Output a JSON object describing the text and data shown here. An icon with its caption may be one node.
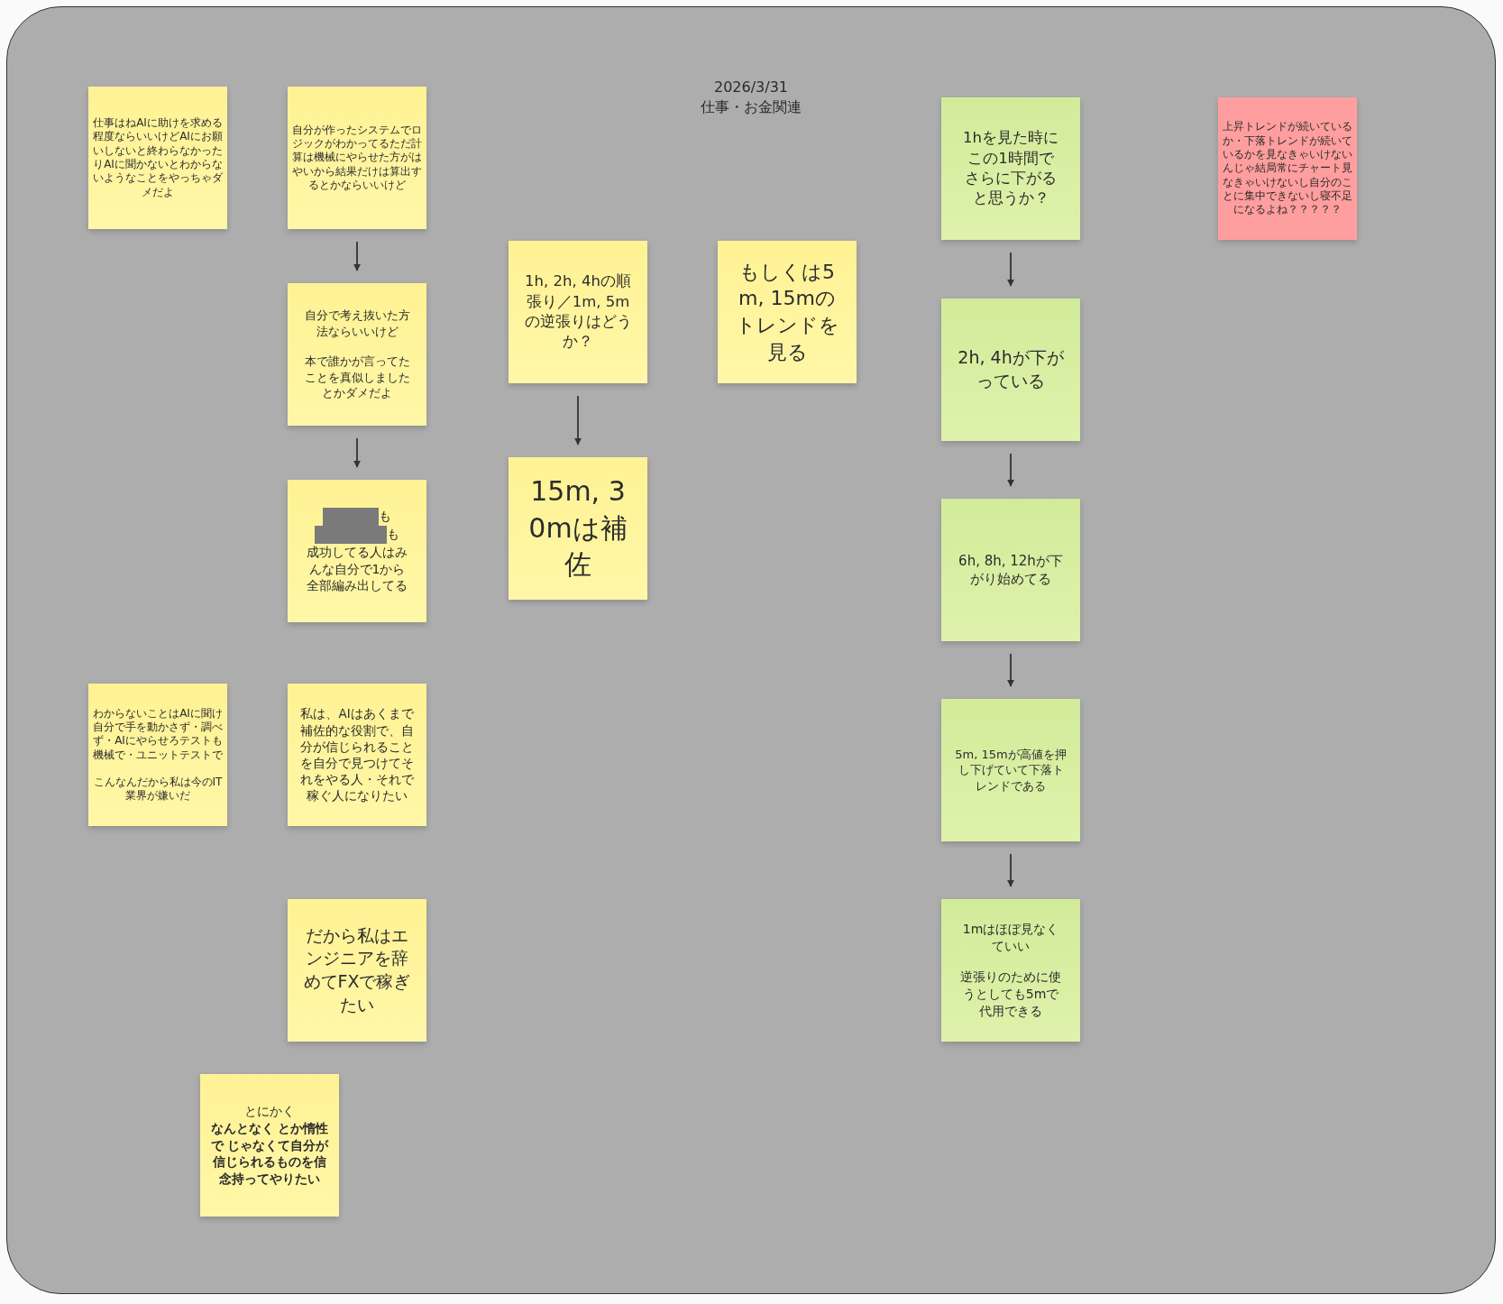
{
  "diagram": {
    "title": "仕事・お金関連",
    "nodes": [
      {
        "text": [
          "仕事はねAIに助けを求める程度ならいいけどAIにお願いしないと終わらなかったりAIに聞かないとわからないようなことをやっちゃダメだよ"
        ]
      },
      {
        "text": [
          "自分が作ったシステムでロジックがわかってるただ計算は機械にやらせた方がはやいから結果だけは算出するとかならいいけど"
        ]
      },
      {
        "text": [
          "自分で考え抜いた方法ならいいけど",
          "本で誰かが言ってたことを真似しましたとかダメだよ"
        ]
      },
      {
        "text": [
          "も",
          "も",
          "成功してる人はみんな自分で1から全部編み出してる"
        ]
      },
      {
        "text": [
          "1h, 2h, 4hの順張り／1m, 5mの逆張りはどうか？"
        ]
      },
      {
        "text": [
          "もしくは5m, 15mのトレンドを見る"
        ]
      },
      {
        "text": [
          "15m, 30mは補佐"
        ]
      },
      {
        "text": [
          "1hを見た時にこの1時間でさらに下がると思うか？"
        ]
      },
      {
        "text": [
          "上昇トレンドが続いているか・下落トレンドが続いているかを見なきゃいけないんじゃ結局常にチャート見なきゃいけないし自分のことに集中できないし寝不足になるよね？？？？？"
        ]
      },
      {
        "text": [
          "2h, 4hが下がっている"
        ]
      },
      {
        "text": [
          "6h, 8h, 12hが下がり始めてる"
        ]
      },
      {
        "text": [
          "わからないことはAIに聞け自分で手を動かさず・調べず・AIにやらせろテストも機械で・ユニットテストで",
          "こんなんだから私は今のIT業界が嫌いだ"
        ]
      },
      {
        "text": [
          "私は、AIはあくまで補佐的な役割で、自分が信じられることを自分で見つけてそれをやる人・それで稼ぐ人になりたい"
        ]
      },
      {
        "text": [
          "5m, 15mが高値を押し下げていて下落トレンドである"
        ]
      },
      {
        "text": [
          "1mはほぼ見なくていい",
          "逆張りのために使うとしても5mで代用できる"
        ]
      },
      {
        "text": [
          "だから私はエンジニアを辞めてFXで稼ぎたい"
        ]
      },
      {
        "text": [
          "とにかく",
          "なんとなく とか惰性で じゃなくて自分が信じられるものを信念持ってやりたい"
        ]
      }
    ],
    "edges": [
      {
        "from": 1,
        "to": 2,
        "arrow": "to"
      },
      {
        "from": 2,
        "to": 3,
        "arrow": "to"
      },
      {
        "from": 4,
        "to": 6,
        "arrow": "to"
      },
      {
        "from": 7,
        "to": 9,
        "arrow": "to"
      },
      {
        "from": 9,
        "to": 10,
        "arrow": "to"
      },
      {
        "from": 10,
        "to": 13,
        "arrow": "to"
      },
      {
        "from": 13,
        "to": 14,
        "arrow": "to"
      }
    ],
    "labels": [
      "2026/3/31"
    ]
  }
}
